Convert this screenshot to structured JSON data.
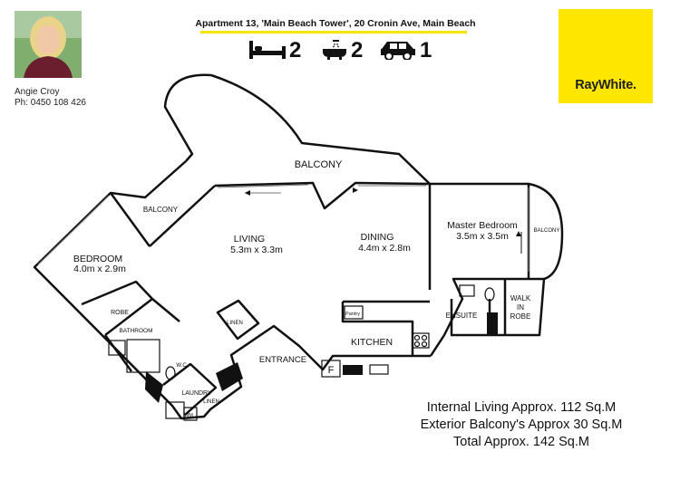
{
  "agent": {
    "name": "Angie Croy",
    "phone": "Ph: 0450 108 426"
  },
  "listing": {
    "title": "Apartment 13, 'Main Beach Tower', 20 Cronin Ave, Main Beach",
    "features": {
      "bed_icon": "bed-icon",
      "bed_count": "2",
      "bath_icon": "bath-shower-icon",
      "bath_count": "2",
      "car_icon": "car-icon",
      "car_count": "1"
    }
  },
  "brand": {
    "logo_text": "RayWhite.",
    "color": "#ffe600"
  },
  "floorplan": {
    "balcony_main": "BALCONY",
    "balcony_left": "BALCONY",
    "balcony_right": "BALCONY",
    "living_name": "LIVING",
    "living_size": "5.3m x 3.3m",
    "dining_name": "DINING",
    "dining_size": "4.4m x 2.8m",
    "master_name": "Master Bedroom",
    "master_size": "3.5m x 3.5m",
    "bedroom_name": "BEDROOM",
    "bedroom_size": "4.0m x 2.9m",
    "robe": "ROBE",
    "bathroom": "BATHROOM",
    "wc": "W.C",
    "laundry": "LAUNDRY",
    "linen_laundry": "LINEN",
    "linen_hall": "LINEN",
    "entrance": "ENTRANCE",
    "kitchen": "KITCHEN",
    "pantry": "Pantry",
    "fridge": "F",
    "ensuite": "ENSUITE",
    "walk_in_robe_1": "WALK",
    "walk_in_robe_2": "IN",
    "walk_in_robe_3": "ROBE",
    "wm": "WM"
  },
  "areas": {
    "internal": "Internal Living Approx. 112 Sq.M",
    "exterior": "Exterior Balcony's Approx 30 Sq.M",
    "total": "Total Approx. 142 Sq.M"
  }
}
